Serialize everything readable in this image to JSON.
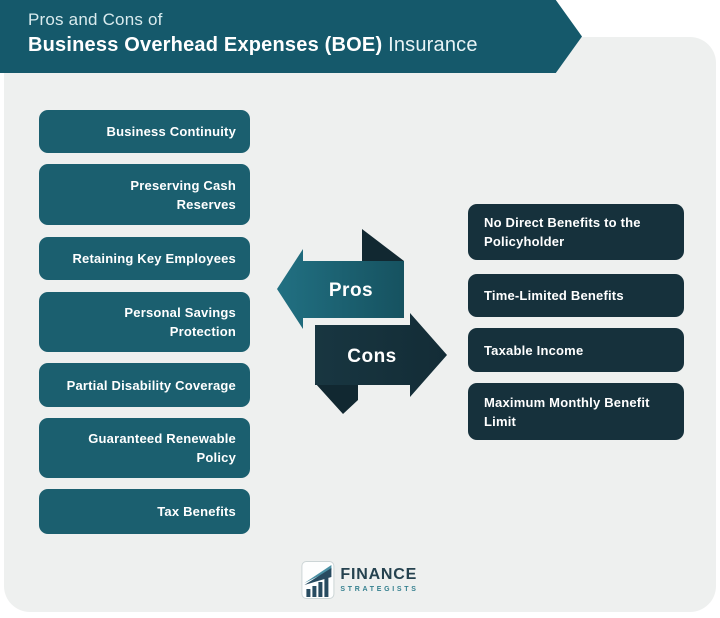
{
  "header": {
    "title_line1": "Pros and Cons of",
    "title_line2_bold": "Business Overhead Expenses (BOE)",
    "title_line2_regular": " Insurance"
  },
  "pros": {
    "arrow_label": "Pros",
    "items": [
      {
        "label": "Business Continuity"
      },
      {
        "label": "Preserving Cash\nReserves"
      },
      {
        "label": "Retaining Key Employees"
      },
      {
        "label": "Personal Savings\nProtection"
      },
      {
        "label": "Partial Disability Coverage"
      },
      {
        "label": "Guaranteed Renewable\nPolicy"
      },
      {
        "label": "Tax Benefits"
      }
    ]
  },
  "cons": {
    "arrow_label": "Cons",
    "items": [
      {
        "label": "No Direct Benefits to the\nPolicyholder"
      },
      {
        "label": "Time-Limited Benefits"
      },
      {
        "label": "Taxable Income"
      },
      {
        "label": "Maximum Monthly Benefit\nLimit"
      }
    ]
  },
  "footer": {
    "brand_name": "FINANCE",
    "brand_subtitle": "STRATEGISTS"
  },
  "colors": {
    "banner_teal": "#15596b",
    "pros_box_teal": "#1b5f6f",
    "cons_box_navy": "#16313c",
    "pros_arrow_teal": "#1e6877",
    "cons_arrow_navy": "#16323d",
    "fold_dark": "#112831",
    "panel_background": "#eef0ef",
    "page_background": "#ffffff",
    "brand_navy": "#25424f",
    "brand_teal": "#35808f"
  }
}
